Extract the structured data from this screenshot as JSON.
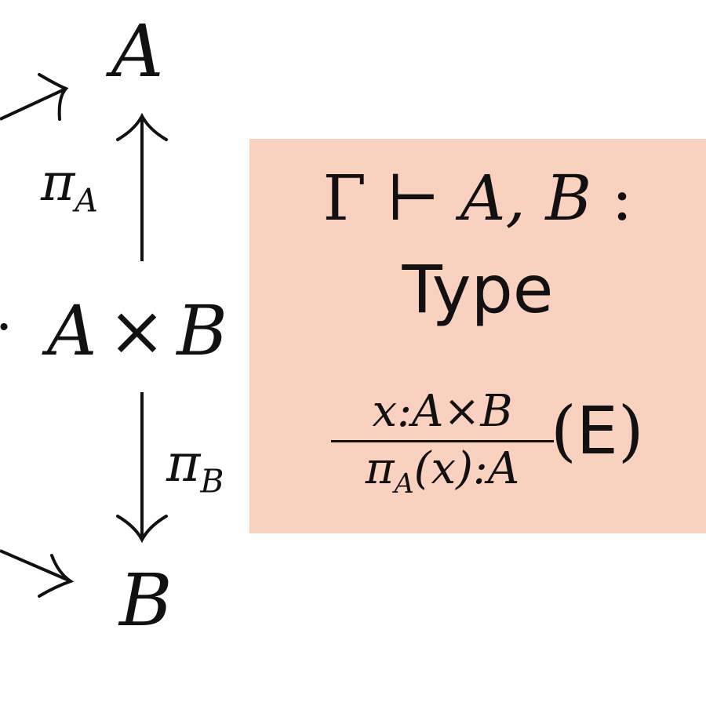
{
  "diagram": {
    "node_top": "A",
    "node_bottom": "B",
    "product": {
      "left": "A",
      "op": "×",
      "right": "B"
    },
    "proj_a": {
      "symbol": "π",
      "sub": "A"
    },
    "proj_b": {
      "symbol": "π",
      "sub": "B"
    },
    "edge_dot": "·"
  },
  "panel": {
    "background": "#f9d1bf",
    "judgement": {
      "context": "Γ",
      "turnstile": "⊢",
      "terms": "A, B",
      "colon": ":"
    },
    "type_word": "Type",
    "rule": {
      "numerator": "x:A×B",
      "denominator_pi": "π",
      "denominator_sub": "A",
      "denominator_rest": "(x):A",
      "name_open": "(",
      "name": "E",
      "name_close": ")"
    }
  }
}
